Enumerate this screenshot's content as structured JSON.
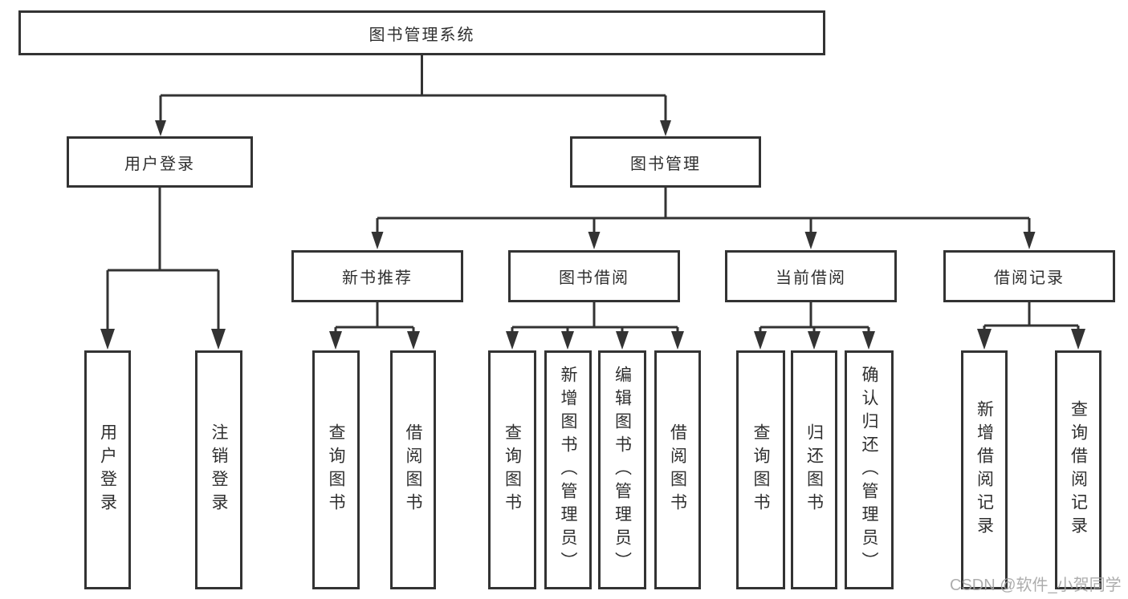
{
  "tree": {
    "root": "图书管理系统",
    "branches": [
      {
        "label": "用户登录",
        "children": [
          "用户登录",
          "注销登录"
        ]
      },
      {
        "label": "图书管理",
        "groups": [
          {
            "label": "新书推荐",
            "children": [
              "查询图书",
              "借阅图书"
            ]
          },
          {
            "label": "图书借阅",
            "children": [
              "查询图书",
              "新增图书（管理员）",
              "编辑图书（管理员）",
              "借阅图书"
            ]
          },
          {
            "label": "当前借阅",
            "children": [
              "查询图书",
              "归还图书",
              "确认归还（管理员）"
            ]
          },
          {
            "label": "借阅记录",
            "children": [
              "新增借阅记录",
              "查询借阅记录"
            ]
          }
        ]
      }
    ]
  },
  "watermark": {
    "text": "CSDN @软件_小贺同学"
  },
  "colors": {
    "line": "#333333",
    "box_border": "#333333",
    "text": "#2f2f2f",
    "watermark": "#a5a5a5",
    "background": "#ffffff"
  }
}
